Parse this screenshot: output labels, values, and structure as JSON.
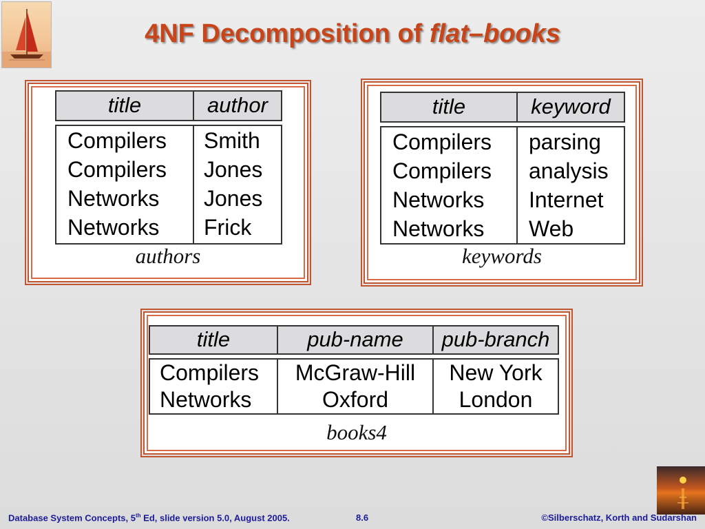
{
  "slide": {
    "title_prefix": "4NF Decomposition of ",
    "title_italic": "flat–books"
  },
  "authors_table": {
    "name": "authors",
    "columns": [
      "title",
      "author"
    ],
    "rows": [
      [
        "Compilers",
        "Smith"
      ],
      [
        "Compilers",
        "Jones"
      ],
      [
        "Networks",
        "Jones"
      ],
      [
        "Networks",
        "Frick"
      ]
    ]
  },
  "keywords_table": {
    "name": "keywords",
    "columns": [
      "title",
      "keyword"
    ],
    "rows": [
      [
        "Compilers",
        "parsing"
      ],
      [
        "Compilers",
        "analysis"
      ],
      [
        "Networks",
        "Internet"
      ],
      [
        "Networks",
        "Web"
      ]
    ]
  },
  "books4_table": {
    "name": "books4",
    "columns": [
      "title",
      "pub-name",
      "pub-branch"
    ],
    "rows": [
      [
        "Compilers",
        "McGraw-Hill",
        "New York"
      ],
      [
        "Networks",
        "Oxford",
        "London"
      ]
    ]
  },
  "footer": {
    "left_prefix": "Database System Concepts, 5",
    "left_sup": "th",
    "left_suffix": " Ed, slide version 5.0, August 2005.",
    "page": "8.6",
    "right": "©Silberschatz, Korth and Sudarshan"
  },
  "colors": {
    "title": "#c8451a",
    "frame": "#c0552f",
    "footer": "#1a1a9a",
    "header_fill": "#dcdcdf"
  },
  "icons": [
    "sailboat-logo-icon",
    "sunset-icon"
  ]
}
